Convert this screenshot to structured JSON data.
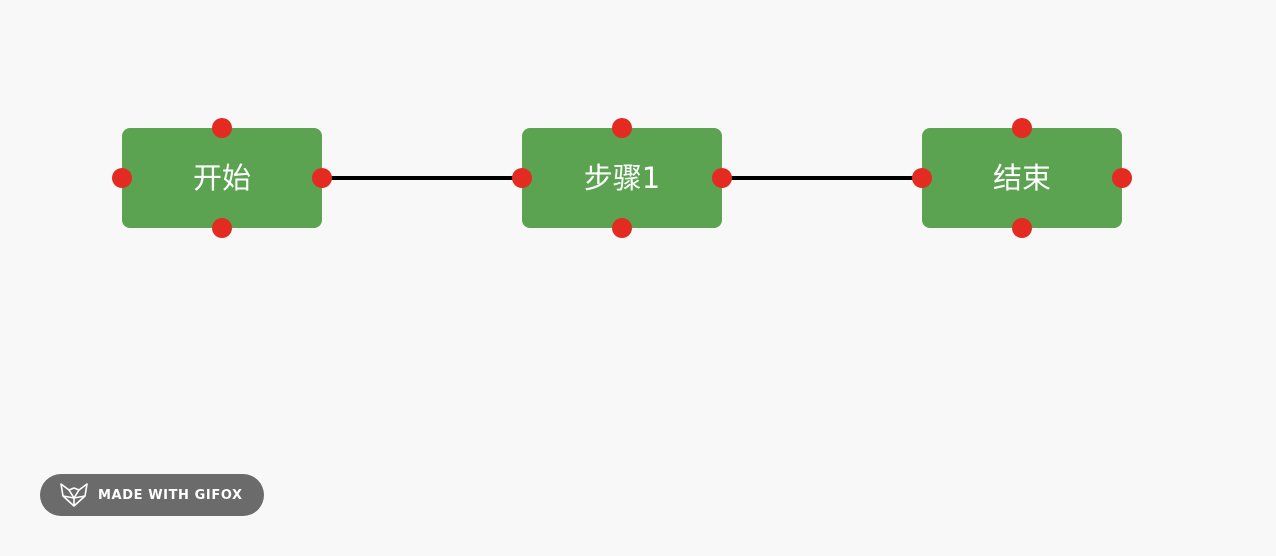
{
  "diagram": {
    "nodes": [
      {
        "id": "start",
        "label": "开始"
      },
      {
        "id": "step1",
        "label": "步骤1"
      },
      {
        "id": "end",
        "label": "结束"
      }
    ],
    "edges": [
      {
        "from": "start",
        "to": "step1"
      },
      {
        "from": "step1",
        "to": "end"
      }
    ]
  },
  "badge": {
    "text": "MADE WITH GIFOX",
    "icon": "fox-icon"
  },
  "colors": {
    "background": "#f8f8f8",
    "node_fill": "#5ba351",
    "node_text": "#ffffff",
    "port": "#e32b22",
    "edge": "#000000",
    "badge_bg": "#6b6b6b"
  }
}
